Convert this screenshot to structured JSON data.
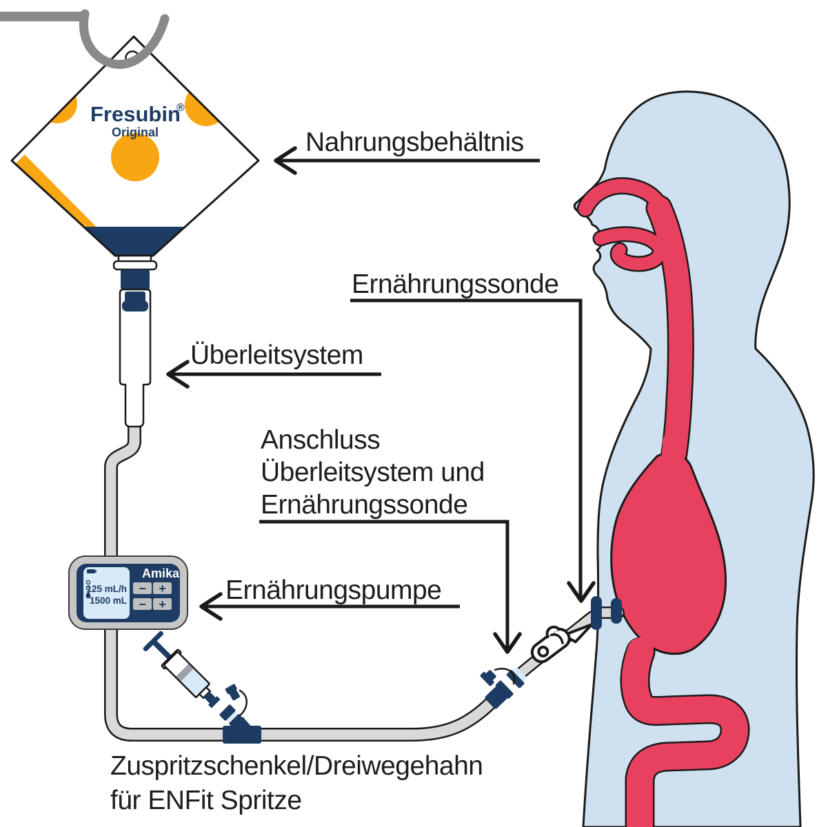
{
  "diagram": {
    "type": "enteral-feeding-setup",
    "labels": {
      "container": "Nahrungsbehältnis",
      "transfer_system": "Überleitsystem",
      "feeding_tube": "Ernährungssonde",
      "connection_line1": "Anschluss",
      "connection_line2": "Überleitsystem und",
      "connection_line3": "Ernährungssonde",
      "pump": "Ernährungspumpe",
      "injection_port_line1": "Zuspritzschenkel/Dreiwegehahn",
      "injection_port_line2": "für ENFit Spritze"
    },
    "bag": {
      "brand": "Fresubin",
      "registered_mark": "®",
      "variant": "Original"
    },
    "pump": {
      "brand": "Amika",
      "display": {
        "rate": "125 mL/h",
        "volume": "1500 mL"
      },
      "buttons": {
        "minus": "−",
        "plus": "+"
      }
    },
    "colors": {
      "navy": "#1e3c63",
      "orange": "#f8a712",
      "red": "#e8415e",
      "body-blue": "#cfe1f0",
      "screen-blue": "#d8e9f8",
      "tube-gray": "#d9d9d9",
      "casing-gray": "#c6c6c6",
      "hanger-gray": "#8a8a8a",
      "outline": "#1a1a1a",
      "text": "#1d1d1b"
    }
  }
}
